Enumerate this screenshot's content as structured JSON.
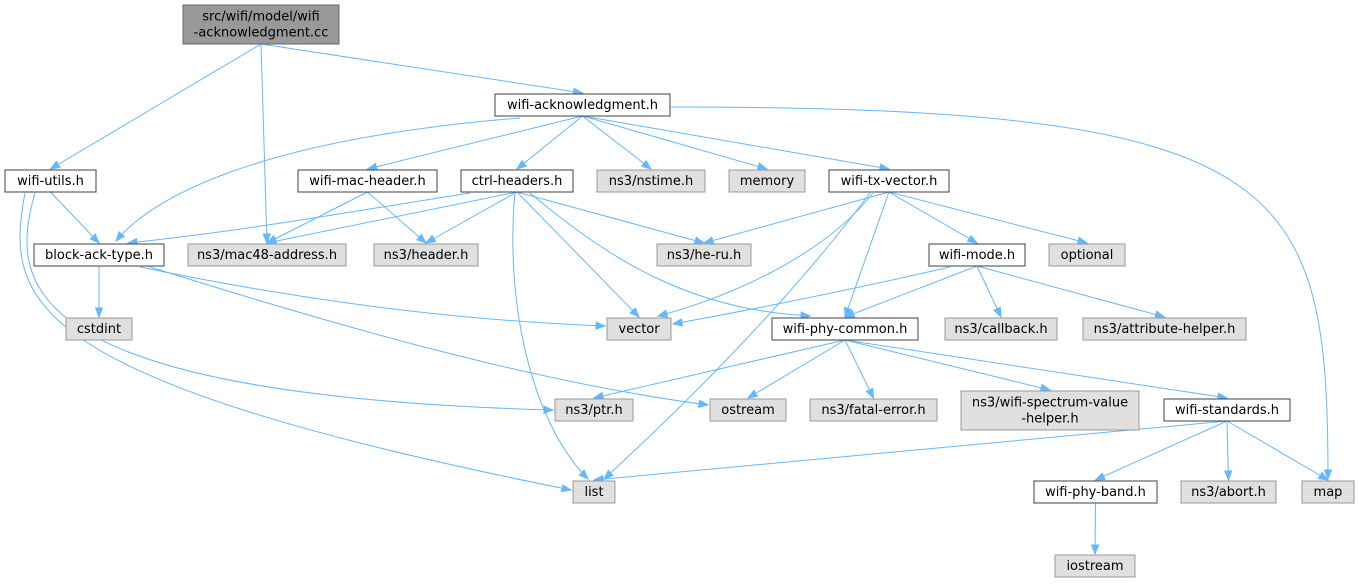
{
  "diagram": {
    "colors": {
      "edge": "#63b8ff",
      "root_fill": "#999999",
      "root_stroke": "#666666",
      "internal_fill": "#ffffff",
      "internal_stroke": "#404040",
      "external_fill": "#e0e0e0",
      "external_stroke": "#999999"
    },
    "nodes": [
      {
        "id": "root",
        "kind": "root",
        "lines": [
          "src/wifi/model/wifi",
          "-acknowledgment.cc"
        ]
      },
      {
        "id": "wifi-ack-h",
        "kind": "white",
        "lines": [
          "wifi-acknowledgment.h"
        ]
      },
      {
        "id": "wifi-utils-h",
        "kind": "white",
        "lines": [
          "wifi-utils.h"
        ]
      },
      {
        "id": "wifi-mac-header-h",
        "kind": "white",
        "lines": [
          "wifi-mac-header.h"
        ]
      },
      {
        "id": "ctrl-headers-h",
        "kind": "white",
        "lines": [
          "ctrl-headers.h"
        ]
      },
      {
        "id": "ns3-nstime-h",
        "kind": "gray",
        "lines": [
          "ns3/nstime.h"
        ]
      },
      {
        "id": "memory",
        "kind": "gray",
        "lines": [
          "memory"
        ]
      },
      {
        "id": "wifi-tx-vector-h",
        "kind": "white",
        "lines": [
          "wifi-tx-vector.h"
        ]
      },
      {
        "id": "block-ack-type-h",
        "kind": "white",
        "lines": [
          "block-ack-type.h"
        ]
      },
      {
        "id": "ns3-mac48-address-h",
        "kind": "gray",
        "lines": [
          "ns3/mac48-address.h"
        ]
      },
      {
        "id": "ns3-header-h",
        "kind": "gray",
        "lines": [
          "ns3/header.h"
        ]
      },
      {
        "id": "ns3-he-ru-h",
        "kind": "gray",
        "lines": [
          "ns3/he-ru.h"
        ]
      },
      {
        "id": "wifi-mode-h",
        "kind": "white",
        "lines": [
          "wifi-mode.h"
        ]
      },
      {
        "id": "optional",
        "kind": "gray",
        "lines": [
          "optional"
        ]
      },
      {
        "id": "cstdint",
        "kind": "gray",
        "lines": [
          "cstdint"
        ]
      },
      {
        "id": "vector",
        "kind": "gray",
        "lines": [
          "vector"
        ]
      },
      {
        "id": "wifi-phy-common-h",
        "kind": "white",
        "lines": [
          "wifi-phy-common.h"
        ]
      },
      {
        "id": "ns3-callback-h",
        "kind": "gray",
        "lines": [
          "ns3/callback.h"
        ]
      },
      {
        "id": "ns3-attribute-helper-h",
        "kind": "gray",
        "lines": [
          "ns3/attribute-helper.h"
        ]
      },
      {
        "id": "ns3-ptr-h",
        "kind": "gray",
        "lines": [
          "ns3/ptr.h"
        ]
      },
      {
        "id": "ostream",
        "kind": "gray",
        "lines": [
          "ostream"
        ]
      },
      {
        "id": "ns3-fatal-error-h",
        "kind": "gray",
        "lines": [
          "ns3/fatal-error.h"
        ]
      },
      {
        "id": "ns3-wifi-spectrum-value-helper-h",
        "kind": "gray",
        "lines": [
          "ns3/wifi-spectrum-value",
          "-helper.h"
        ]
      },
      {
        "id": "wifi-standards-h",
        "kind": "white",
        "lines": [
          "wifi-standards.h"
        ]
      },
      {
        "id": "list",
        "kind": "gray",
        "lines": [
          "list"
        ]
      },
      {
        "id": "wifi-phy-band-h",
        "kind": "white",
        "lines": [
          "wifi-phy-band.h"
        ]
      },
      {
        "id": "ns3-abort-h",
        "kind": "gray",
        "lines": [
          "ns3/abort.h"
        ]
      },
      {
        "id": "map",
        "kind": "gray",
        "lines": [
          "map"
        ]
      },
      {
        "id": "iostream",
        "kind": "gray",
        "lines": [
          "iostream"
        ]
      }
    ],
    "edges": [
      [
        "root",
        "wifi-ack-h"
      ],
      [
        "root",
        "wifi-utils-h"
      ],
      [
        "root",
        "ns3-mac48-address-h"
      ],
      [
        "wifi-ack-h",
        "block-ack-type-h"
      ],
      [
        "wifi-ack-h",
        "wifi-mac-header-h"
      ],
      [
        "wifi-ack-h",
        "ctrl-headers-h"
      ],
      [
        "wifi-ack-h",
        "ns3-nstime-h"
      ],
      [
        "wifi-ack-h",
        "memory"
      ],
      [
        "wifi-ack-h",
        "wifi-tx-vector-h"
      ],
      [
        "wifi-ack-h",
        "map"
      ],
      [
        "wifi-utils-h",
        "block-ack-type-h"
      ],
      [
        "wifi-utils-h",
        "ns3-ptr-h"
      ],
      [
        "wifi-utils-h",
        "list"
      ],
      [
        "wifi-mac-header-h",
        "ns3-mac48-address-h"
      ],
      [
        "wifi-mac-header-h",
        "ns3-header-h"
      ],
      [
        "ctrl-headers-h",
        "block-ack-type-h"
      ],
      [
        "ctrl-headers-h",
        "ns3-mac48-address-h"
      ],
      [
        "ctrl-headers-h",
        "ns3-header-h"
      ],
      [
        "ctrl-headers-h",
        "ns3-he-ru-h"
      ],
      [
        "ctrl-headers-h",
        "vector"
      ],
      [
        "ctrl-headers-h",
        "wifi-phy-common-h"
      ],
      [
        "ctrl-headers-h",
        "list"
      ],
      [
        "wifi-tx-vector-h",
        "ns3-he-ru-h"
      ],
      [
        "wifi-tx-vector-h",
        "wifi-mode-h"
      ],
      [
        "wifi-tx-vector-h",
        "optional"
      ],
      [
        "wifi-tx-vector-h",
        "vector"
      ],
      [
        "wifi-tx-vector-h",
        "wifi-phy-common-h"
      ],
      [
        "wifi-tx-vector-h",
        "list"
      ],
      [
        "block-ack-type-h",
        "cstdint"
      ],
      [
        "block-ack-type-h",
        "vector"
      ],
      [
        "block-ack-type-h",
        "ostream"
      ],
      [
        "wifi-mode-h",
        "vector"
      ],
      [
        "wifi-mode-h",
        "wifi-phy-common-h"
      ],
      [
        "wifi-mode-h",
        "ns3-callback-h"
      ],
      [
        "wifi-mode-h",
        "ns3-attribute-helper-h"
      ],
      [
        "wifi-phy-common-h",
        "ns3-ptr-h"
      ],
      [
        "wifi-phy-common-h",
        "ostream"
      ],
      [
        "wifi-phy-common-h",
        "ns3-fatal-error-h"
      ],
      [
        "wifi-phy-common-h",
        "ns3-wifi-spectrum-value-helper-h"
      ],
      [
        "wifi-phy-common-h",
        "wifi-standards-h"
      ],
      [
        "wifi-standards-h",
        "list"
      ],
      [
        "wifi-standards-h",
        "wifi-phy-band-h"
      ],
      [
        "wifi-standards-h",
        "ns3-abort-h"
      ],
      [
        "wifi-standards-h",
        "map"
      ],
      [
        "wifi-phy-band-h",
        "iostream"
      ]
    ]
  }
}
